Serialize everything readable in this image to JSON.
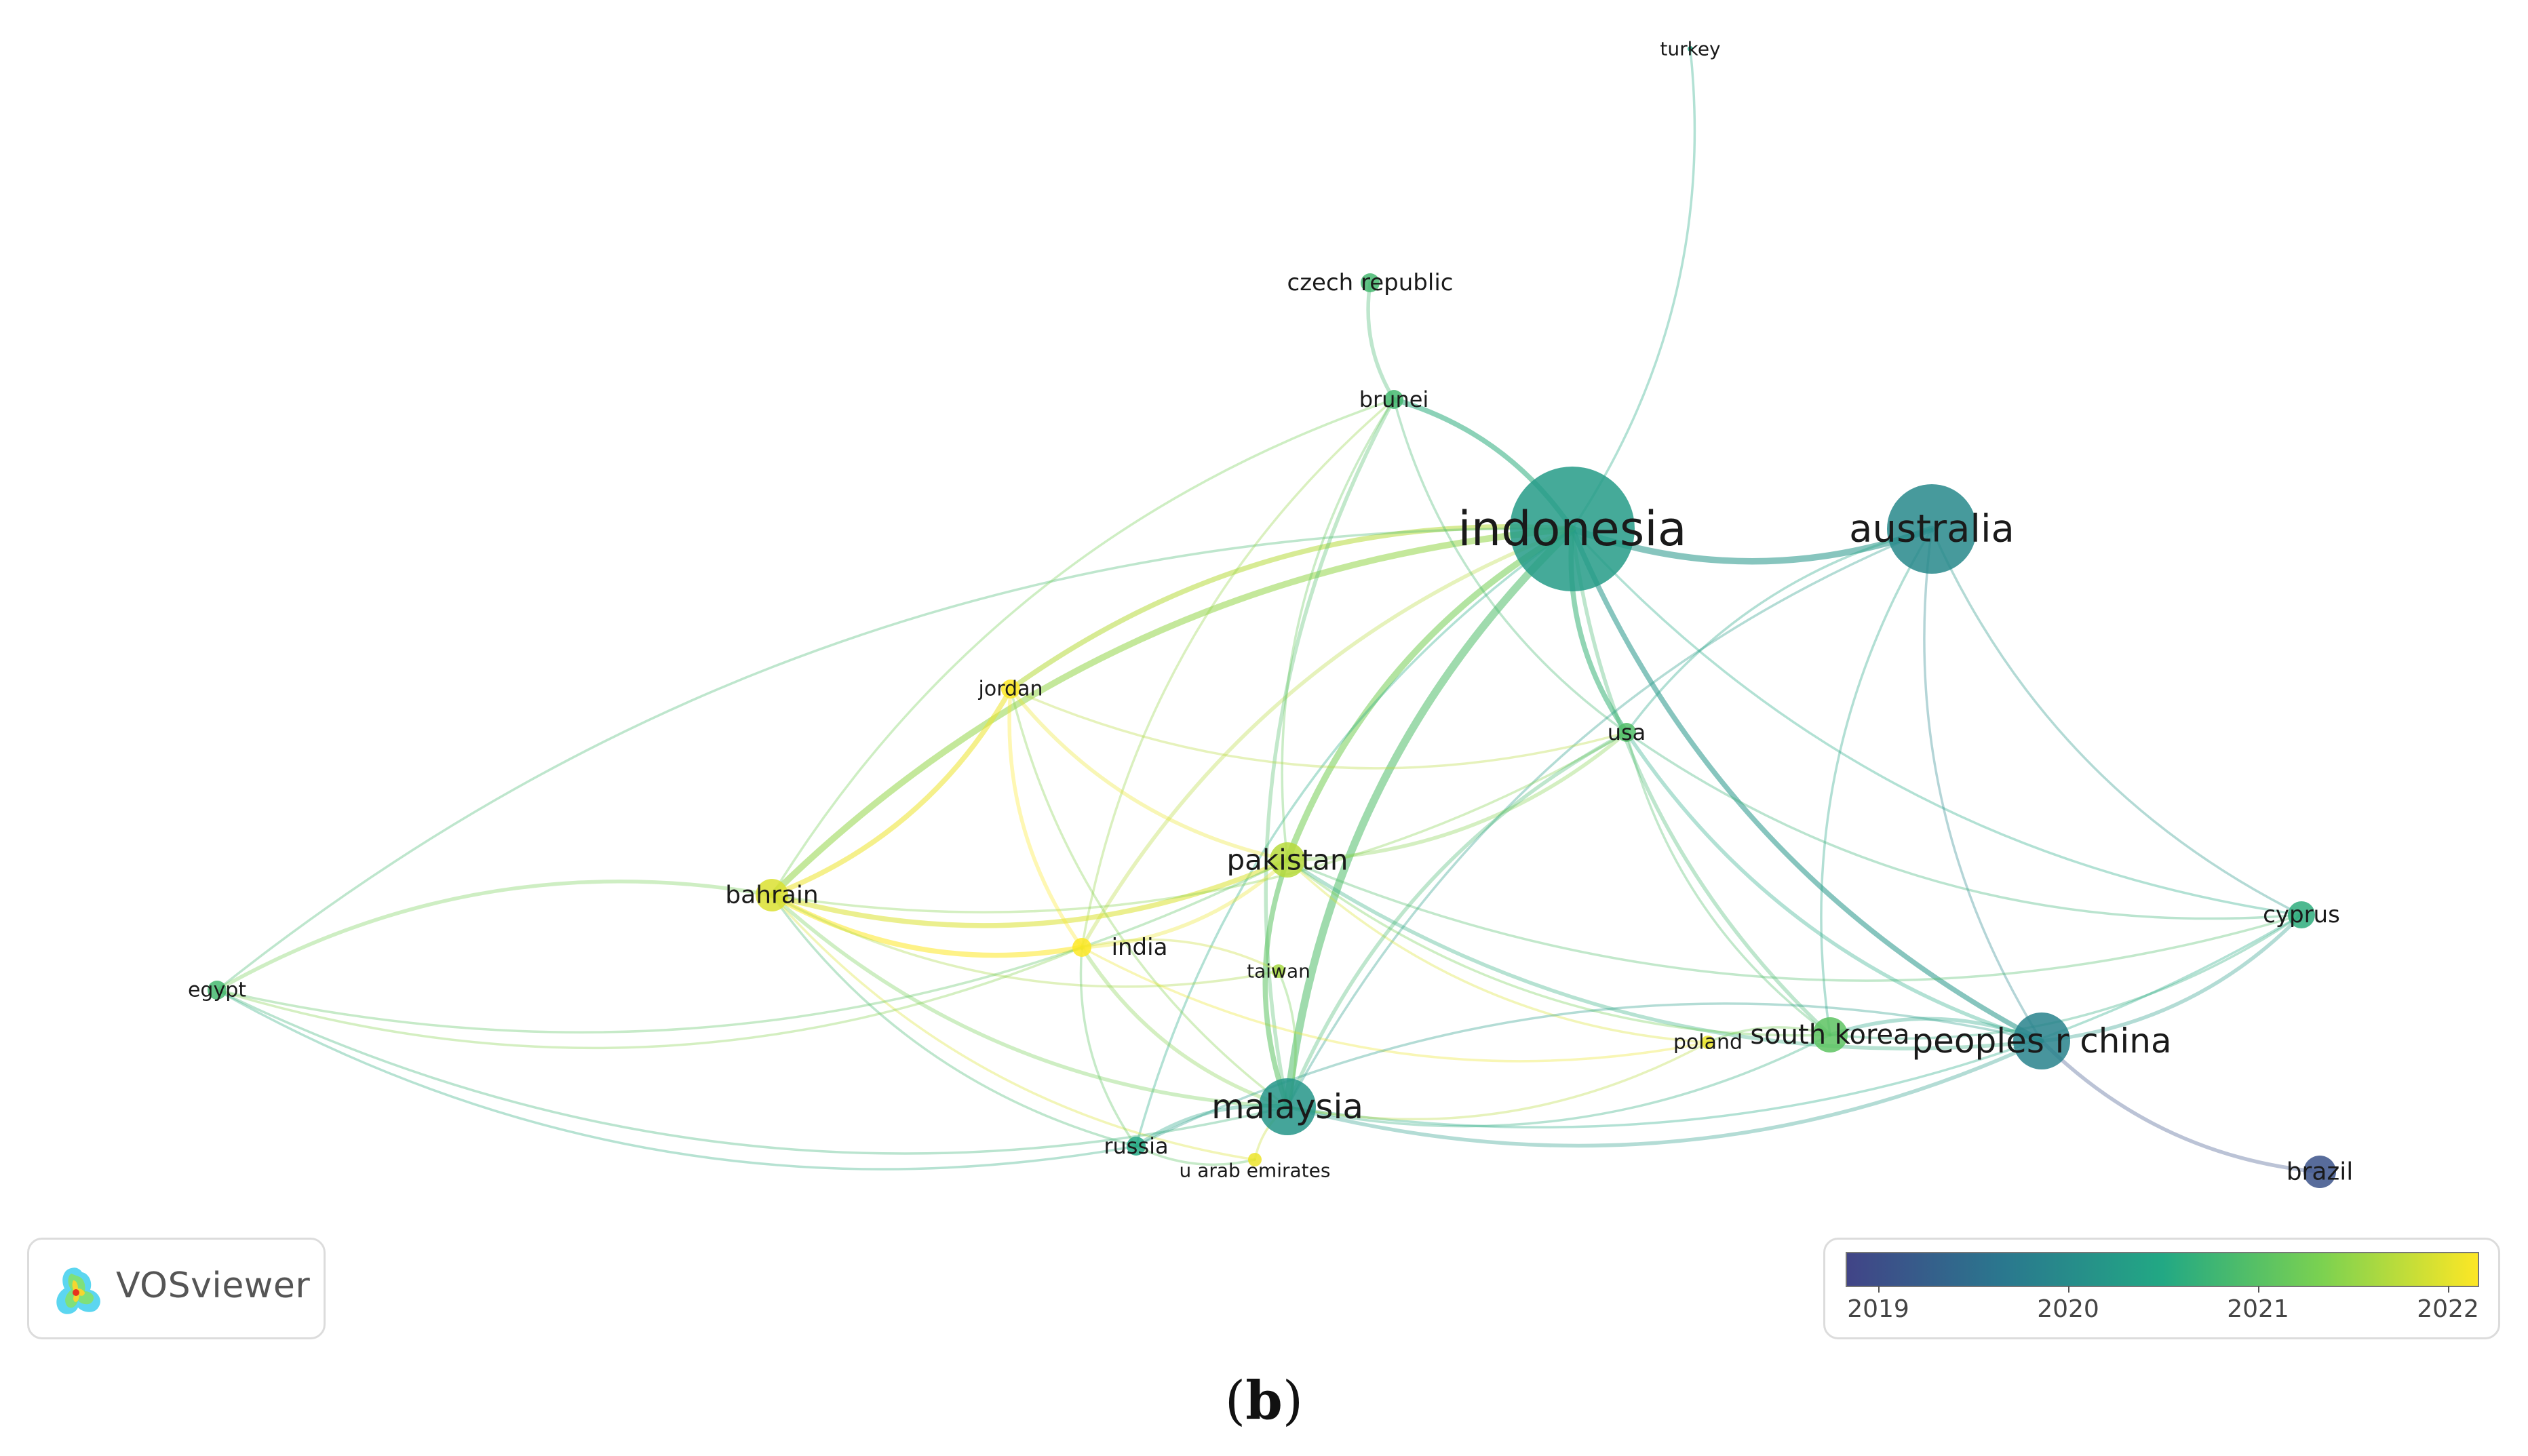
{
  "legend": {
    "ticks": [
      "2019",
      "2020",
      "2021",
      "2022"
    ],
    "gradient": [
      "#414487",
      "#2a788e",
      "#22a884",
      "#7ad151",
      "#fde725"
    ]
  },
  "logo": {
    "text": "VOSviewer",
    "icon": "vosviewer-logo-icon"
  },
  "caption": {
    "open": "(",
    "letter": "b",
    "close": ")"
  },
  "network": {
    "nodes": [
      {
        "id": "indonesia",
        "label": "indonesia",
        "year": 2020.3,
        "weight": 10
      },
      {
        "id": "australia",
        "label": "australia",
        "year": 2020.0,
        "weight": 6
      },
      {
        "id": "malaysia",
        "label": "malaysia",
        "year": 2020.2,
        "weight": 5
      },
      {
        "id": "peoples-r-china",
        "label": "peoples r china",
        "year": 2019.9,
        "weight": 5
      },
      {
        "id": "pakistan",
        "label": "pakistan",
        "year": 2021.6,
        "weight": 3.5
      },
      {
        "id": "south-korea",
        "label": "south korea",
        "year": 2021.0,
        "weight": 3.5
      },
      {
        "id": "brazil",
        "label": "brazil",
        "year": 2019.2,
        "weight": 3
      },
      {
        "id": "bahrain",
        "label": "bahrain",
        "year": 2021.8,
        "weight": 3
      },
      {
        "id": "cyprus",
        "label": "cyprus",
        "year": 2020.6,
        "weight": 2.5
      },
      {
        "id": "czech-republic",
        "label": "czech republic",
        "year": 2020.8,
        "weight": 2
      },
      {
        "id": "brunei",
        "label": "brunei",
        "year": 2020.8,
        "weight": 2
      },
      {
        "id": "usa",
        "label": "usa",
        "year": 2020.9,
        "weight": 2
      },
      {
        "id": "jordan",
        "label": "jordan",
        "year": 2022.0,
        "weight": 2
      },
      {
        "id": "india",
        "label": "india",
        "year": 2022.0,
        "weight": 2
      },
      {
        "id": "egypt",
        "label": "egypt",
        "year": 2020.8,
        "weight": 2
      },
      {
        "id": "taiwan",
        "label": "taiwan",
        "year": 2021.5,
        "weight": 1.5
      },
      {
        "id": "russia",
        "label": "russia",
        "year": 2020.5,
        "weight": 2
      },
      {
        "id": "u-arab-emirates",
        "label": "u arab emirates",
        "year": 2021.9,
        "weight": 1.5
      },
      {
        "id": "poland",
        "label": "poland",
        "year": 2021.9,
        "weight": 1.5
      },
      {
        "id": "turkey",
        "label": "turkey",
        "year": 2020.5,
        "weight": 1
      }
    ],
    "links": [
      {
        "source": "indonesia",
        "target": "australia",
        "strength": 4,
        "year": 2020.2
      },
      {
        "source": "indonesia",
        "target": "malaysia",
        "strength": 5,
        "year": 2020.9
      },
      {
        "source": "indonesia",
        "target": "brunei",
        "strength": 3,
        "year": 2020.6
      },
      {
        "source": "indonesia",
        "target": "pakistan",
        "strength": 4,
        "year": 2021.2
      },
      {
        "source": "indonesia",
        "target": "bahrain",
        "strength": 4,
        "year": 2021.4
      },
      {
        "source": "indonesia",
        "target": "peoples-r-china",
        "strength": 3,
        "year": 2020.2
      },
      {
        "source": "indonesia",
        "target": "usa",
        "strength": 3,
        "year": 2020.7
      },
      {
        "source": "indonesia",
        "target": "jordan",
        "strength": 3,
        "year": 2021.6
      },
      {
        "source": "indonesia",
        "target": "india",
        "strength": 2,
        "year": 2021.6
      },
      {
        "source": "indonesia",
        "target": "south-korea",
        "strength": 2,
        "year": 2020.8
      },
      {
        "source": "indonesia",
        "target": "turkey",
        "strength": 1,
        "year": 2020.5
      },
      {
        "source": "indonesia",
        "target": "cyprus",
        "strength": 1,
        "year": 2020.5
      },
      {
        "source": "indonesia",
        "target": "egypt",
        "strength": 1,
        "year": 2020.8
      },
      {
        "source": "indonesia",
        "target": "russia",
        "strength": 1,
        "year": 2020.5
      },
      {
        "source": "czech-republic",
        "target": "brunei",
        "strength": 2,
        "year": 2020.8
      },
      {
        "source": "brunei",
        "target": "malaysia",
        "strength": 2,
        "year": 2020.9
      },
      {
        "source": "brunei",
        "target": "pakistan",
        "strength": 1,
        "year": 2021.1
      },
      {
        "source": "brunei",
        "target": "bahrain",
        "strength": 1,
        "year": 2021.2
      },
      {
        "source": "brunei",
        "target": "usa",
        "strength": 1,
        "year": 2020.8
      },
      {
        "source": "brunei",
        "target": "india",
        "strength": 1,
        "year": 2021.4
      },
      {
        "source": "australia",
        "target": "peoples-r-china",
        "strength": 1,
        "year": 2020.0
      },
      {
        "source": "australia",
        "target": "cyprus",
        "strength": 1,
        "year": 2020.2
      },
      {
        "source": "australia",
        "target": "south-korea",
        "strength": 1,
        "year": 2020.4
      },
      {
        "source": "australia",
        "target": "malaysia",
        "strength": 1,
        "year": 2020.3
      },
      {
        "source": "australia",
        "target": "usa",
        "strength": 1,
        "year": 2020.4
      },
      {
        "source": "bahrain",
        "target": "egypt",
        "strength": 2,
        "year": 2021.2
      },
      {
        "source": "bahrain",
        "target": "pakistan",
        "strength": 3,
        "year": 2021.8
      },
      {
        "source": "bahrain",
        "target": "jordan",
        "strength": 3,
        "year": 2021.9
      },
      {
        "source": "bahrain",
        "target": "india",
        "strength": 3,
        "year": 2022.0
      },
      {
        "source": "bahrain",
        "target": "malaysia",
        "strength": 2,
        "year": 2021.2
      },
      {
        "source": "bahrain",
        "target": "russia",
        "strength": 1,
        "year": 2020.8
      },
      {
        "source": "bahrain",
        "target": "u-arab-emirates",
        "strength": 1,
        "year": 2021.8
      },
      {
        "source": "bahrain",
        "target": "usa",
        "strength": 1,
        "year": 2021.3
      },
      {
        "source": "bahrain",
        "target": "taiwan",
        "strength": 1,
        "year": 2021.5
      },
      {
        "source": "egypt",
        "target": "pakistan",
        "strength": 1,
        "year": 2021.0
      },
      {
        "source": "egypt",
        "target": "malaysia",
        "strength": 1,
        "year": 2020.7
      },
      {
        "source": "egypt",
        "target": "india",
        "strength": 1,
        "year": 2021.3
      },
      {
        "source": "egypt",
        "target": "russia",
        "strength": 1,
        "year": 2020.6
      },
      {
        "source": "jordan",
        "target": "pakistan",
        "strength": 2,
        "year": 2021.9
      },
      {
        "source": "jordan",
        "target": "india",
        "strength": 2,
        "year": 2022.0
      },
      {
        "source": "jordan",
        "target": "usa",
        "strength": 1,
        "year": 2021.6
      },
      {
        "source": "jordan",
        "target": "malaysia",
        "strength": 1,
        "year": 2021.3
      },
      {
        "source": "india",
        "target": "pakistan",
        "strength": 2,
        "year": 2021.9
      },
      {
        "source": "india",
        "target": "malaysia",
        "strength": 2,
        "year": 2021.3
      },
      {
        "source": "india",
        "target": "russia",
        "strength": 1,
        "year": 2021.0
      },
      {
        "source": "india",
        "target": "poland",
        "strength": 1,
        "year": 2021.9
      },
      {
        "source": "pakistan",
        "target": "malaysia",
        "strength": 3,
        "year": 2021.0
      },
      {
        "source": "pakistan",
        "target": "usa",
        "strength": 2,
        "year": 2021.3
      },
      {
        "source": "pakistan",
        "target": "peoples-r-china",
        "strength": 2,
        "year": 2020.6
      },
      {
        "source": "pakistan",
        "target": "south-korea",
        "strength": 1,
        "year": 2021.2
      },
      {
        "source": "pakistan",
        "target": "cyprus",
        "strength": 1,
        "year": 2020.9
      },
      {
        "source": "pakistan",
        "target": "poland",
        "strength": 1,
        "year": 2021.8
      },
      {
        "source": "usa",
        "target": "peoples-r-china",
        "strength": 2,
        "year": 2020.5
      },
      {
        "source": "usa",
        "target": "malaysia",
        "strength": 2,
        "year": 2020.8
      },
      {
        "source": "usa",
        "target": "south-korea",
        "strength": 1,
        "year": 2020.9
      },
      {
        "source": "usa",
        "target": "cyprus",
        "strength": 1,
        "year": 2020.7
      },
      {
        "source": "malaysia",
        "target": "peoples-r-china",
        "strength": 2,
        "year": 2020.3
      },
      {
        "source": "malaysia",
        "target": "south-korea",
        "strength": 1,
        "year": 2020.6
      },
      {
        "source": "malaysia",
        "target": "russia",
        "strength": 2,
        "year": 2020.4
      },
      {
        "source": "malaysia",
        "target": "u-arab-emirates",
        "strength": 1,
        "year": 2021.7
      },
      {
        "source": "malaysia",
        "target": "taiwan",
        "strength": 1,
        "year": 2021.2
      },
      {
        "source": "malaysia",
        "target": "cyprus",
        "strength": 1,
        "year": 2020.5
      },
      {
        "source": "malaysia",
        "target": "poland",
        "strength": 1,
        "year": 2021.6
      },
      {
        "source": "peoples-r-china",
        "target": "brazil",
        "strength": 2,
        "year": 2019.2
      },
      {
        "source": "peoples-r-china",
        "target": "cyprus",
        "strength": 2,
        "year": 2020.3
      },
      {
        "source": "peoples-r-china",
        "target": "south-korea",
        "strength": 2,
        "year": 2020.4
      },
      {
        "source": "peoples-r-china",
        "target": "russia",
        "strength": 1,
        "year": 2020.3
      },
      {
        "source": "south-korea",
        "target": "poland",
        "strength": 1,
        "year": 2021.2
      },
      {
        "source": "south-korea",
        "target": "cyprus",
        "strength": 1,
        "year": 2020.6
      },
      {
        "source": "russia",
        "target": "u-arab-emirates",
        "strength": 1,
        "year": 2021.0
      },
      {
        "source": "taiwan",
        "target": "india",
        "strength": 1,
        "year": 2021.7
      }
    ]
  }
}
